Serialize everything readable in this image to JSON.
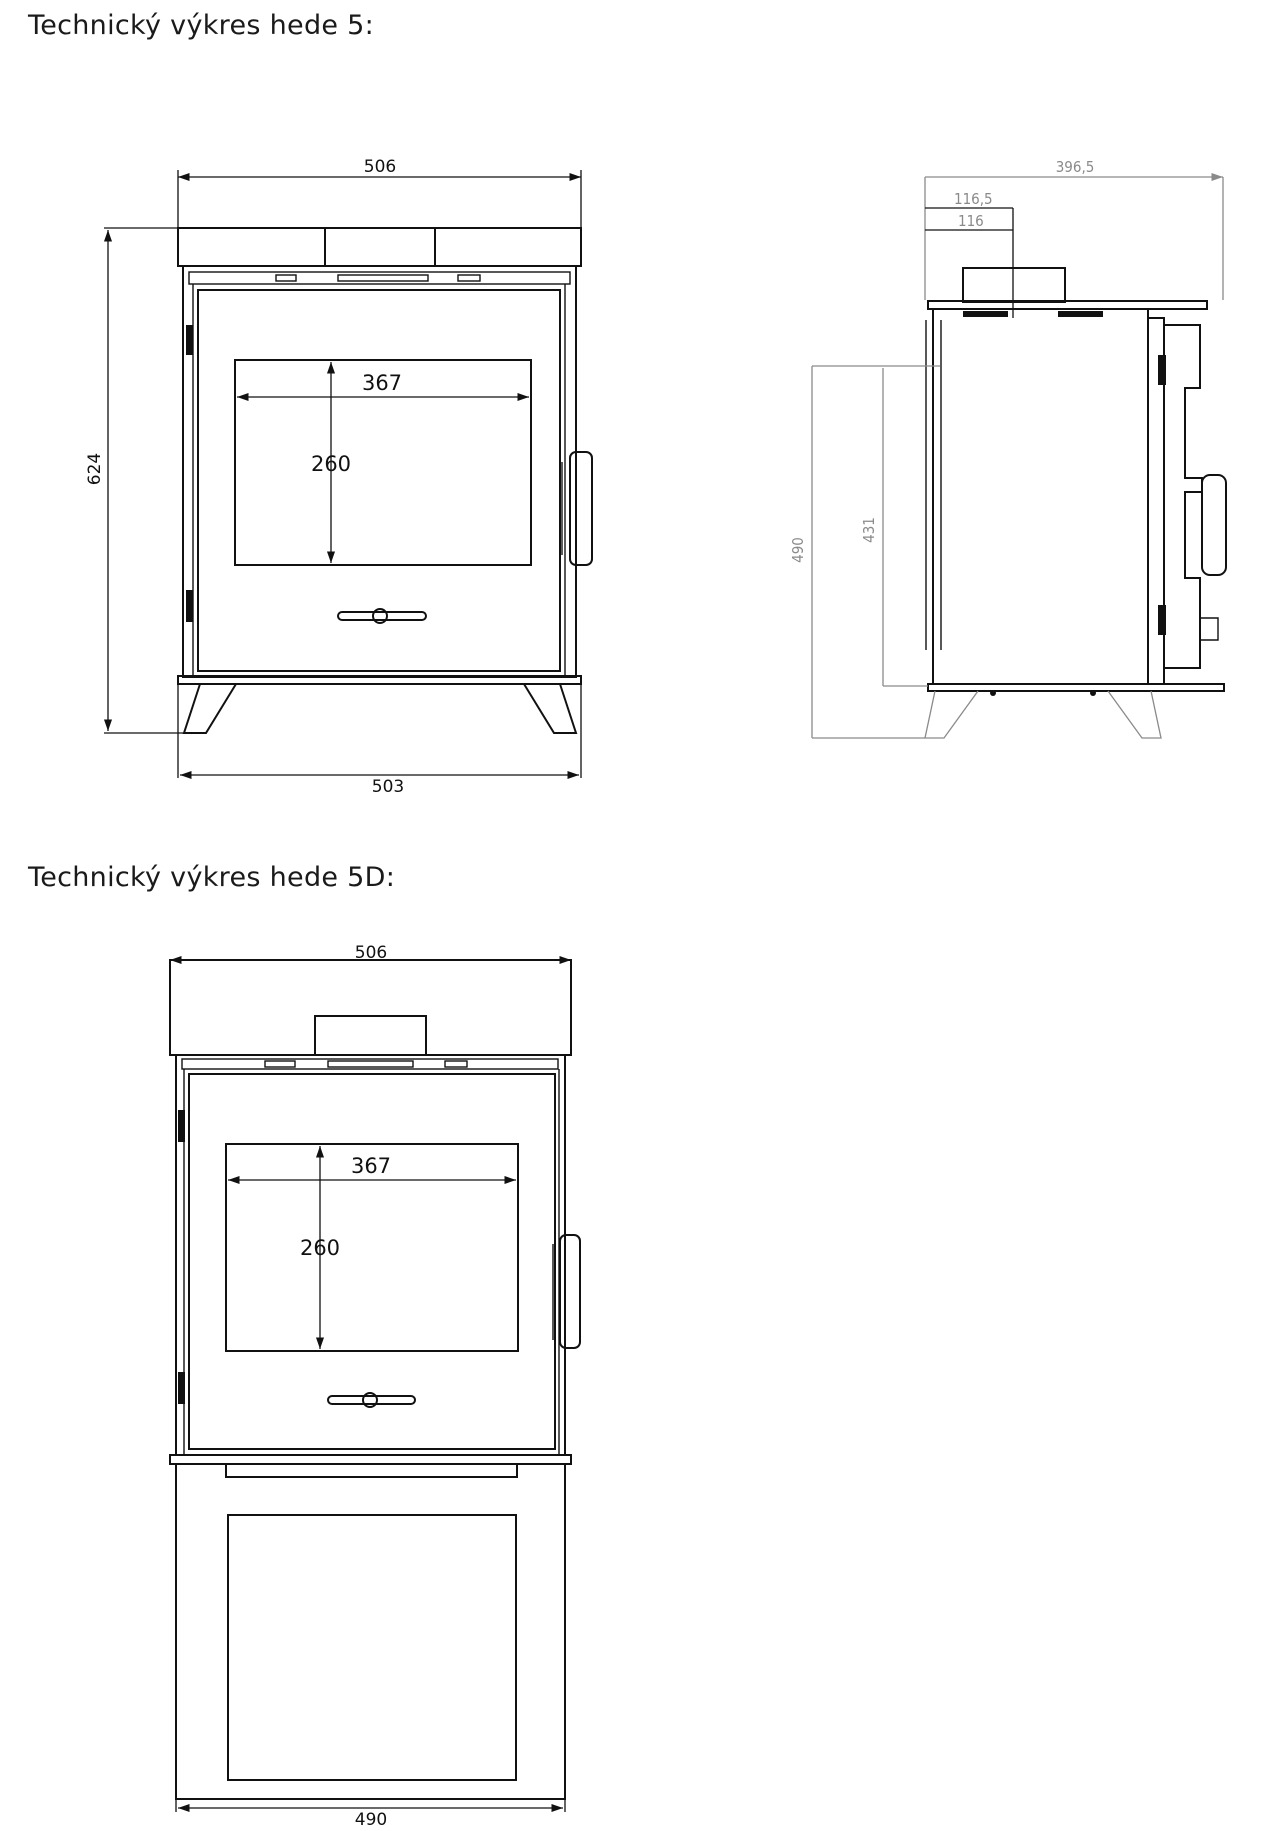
{
  "headings": {
    "hede5": "Technický výkres hede 5:",
    "hede5d": "Technický výkres hede 5D:"
  },
  "hede5_front": {
    "width_top": "506",
    "width_bottom": "503",
    "height": "624",
    "window_width": "367",
    "window_height": "260"
  },
  "hede5_side": {
    "depth": "396,5",
    "flue_offset_1": "116,5",
    "flue_offset_2": "116",
    "height_1": "490",
    "height_2": "431"
  },
  "hede5d_front": {
    "width_top": "506",
    "width_bottom": "490",
    "window_width": "367",
    "window_height": "260"
  }
}
